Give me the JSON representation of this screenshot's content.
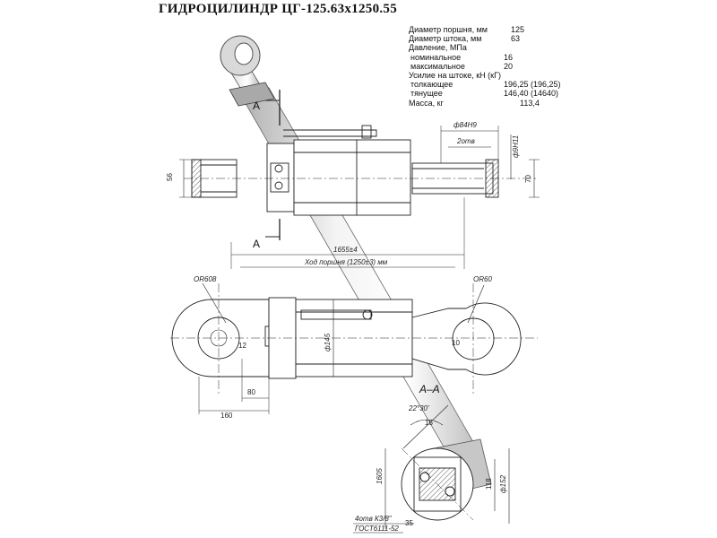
{
  "title": "ГИДРОЦИЛИНДР ЦГ-125.63х1250.55",
  "specs": [
    {
      "label": "Диаметр поршня, мм",
      "value": "125",
      "kind": "main"
    },
    {
      "label": "Диаметр штока, мм",
      "value": "63",
      "kind": "main"
    },
    {
      "label": "Давление, МПа",
      "value": "",
      "kind": "main"
    },
    {
      "label": "номинальное",
      "value": "16",
      "kind": "sub"
    },
    {
      "label": "максимальное",
      "value": "20",
      "kind": "sub"
    },
    {
      "label": "Усилие на штоке, кН (кГ)",
      "value": "",
      "kind": "main"
    },
    {
      "label": "толкающее",
      "value": "196,25 (196,25)",
      "kind": "sub"
    },
    {
      "label": "тянущее",
      "value": "146,40 (14640)",
      "kind": "sub"
    },
    {
      "label": "Масса, кг",
      "value": "113,4",
      "kind": "mass"
    }
  ],
  "drawing": {
    "section_mark": "А",
    "section_title": "А–А",
    "dims": {
      "left_end_height": "56",
      "bore_dia": "ф84Н9",
      "two_holes": "2отв",
      "right_dia": "ф9Н11",
      "right_height": "70",
      "length_total": "1655±4",
      "stroke": "Ход поршня (1250±3) мм",
      "eye_left_r": "ОR608",
      "eye_right_r": "ОR60",
      "inner_left": "12",
      "inner_right": "10",
      "body_dia": "ф145",
      "offset_80": "80",
      "offset_160": "160",
      "angle": "22°30'",
      "d_15": "15",
      "d_1605": "1605",
      "d_118": "118",
      "d_152": "ф152",
      "d_35": "35",
      "port_note_1": "4отв К3/8\"",
      "port_note_2": "ГОСТ6111-52"
    }
  }
}
